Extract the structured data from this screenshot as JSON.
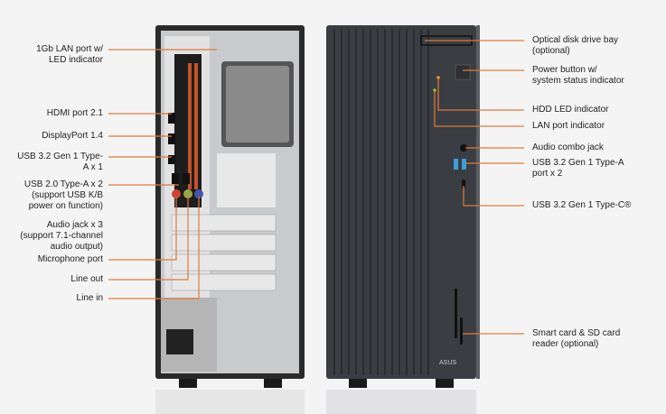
{
  "accent_color": "#e07a3a",
  "left_labels": [
    {
      "line1": "1Gb LAN port w/",
      "line2": "LED indicator"
    },
    {
      "line1": "HDMI port 2.1"
    },
    {
      "line1": "DisplayPort 1.4"
    },
    {
      "line1": "USB 3.2 Gen 1 Type-",
      "line2": "A x 1"
    },
    {
      "line1": "USB 2.0 Type-A x 2",
      "line2": "(support USB K/B",
      "line3": "power on function)"
    },
    {
      "line1": "Audio jack x 3",
      "line2": "(support 7.1-channel",
      "line3": "audio output)"
    },
    {
      "line1": "Microphone port"
    },
    {
      "line1": "Line out"
    },
    {
      "line1": "Line in"
    }
  ],
  "right_labels": [
    {
      "line1": "Optical disk drive bay",
      "line2": "(optional)"
    },
    {
      "line1": "Power button w/",
      "line2": "system status indicator"
    },
    {
      "line1": "HDD LED indicator"
    },
    {
      "line1": "LAN port indicator"
    },
    {
      "line1": "Audio combo jack"
    },
    {
      "line1": "USB 3.2 Gen 1 Type-A",
      "line2": "port x 2"
    },
    {
      "line1": "USB 3.2 Gen 1 Type-C®"
    },
    {
      "line1": "Smart card & SD card",
      "line2": "reader (optional)"
    }
  ],
  "front_logo": "ASUS"
}
